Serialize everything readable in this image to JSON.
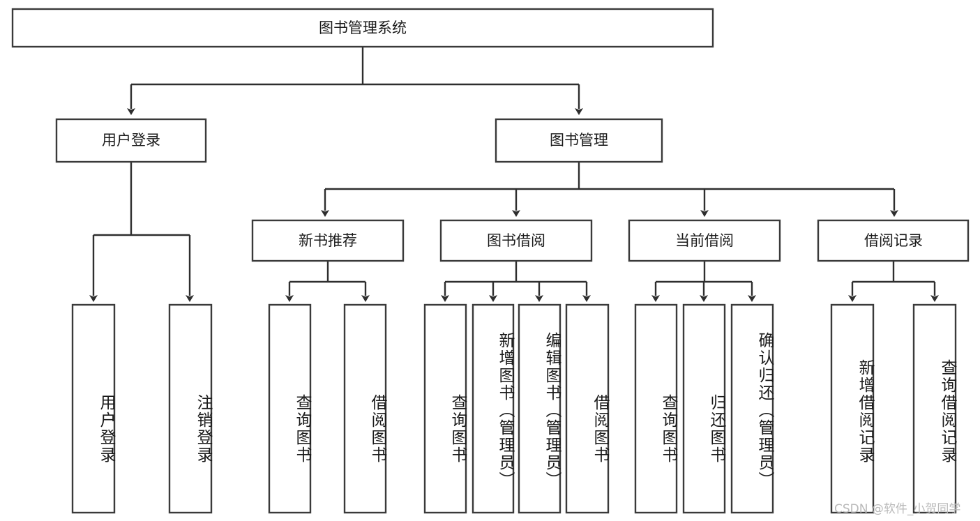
{
  "diagram": {
    "title": "图书管理系统",
    "type": "tree-hierarchy-chart",
    "root": {
      "id": "root",
      "label": "图书管理系统"
    },
    "level2": [
      {
        "id": "user-login",
        "label": "用户登录"
      },
      {
        "id": "book-management",
        "label": "图书管理"
      }
    ],
    "level3": [
      {
        "id": "new-book-recommend",
        "label": "新书推荐",
        "parent": "book-management"
      },
      {
        "id": "book-borrow",
        "label": "图书借阅",
        "parent": "book-management"
      },
      {
        "id": "current-borrow",
        "label": "当前借阅",
        "parent": "book-management"
      },
      {
        "id": "borrow-record",
        "label": "借阅记录",
        "parent": "book-management"
      }
    ],
    "leaves": [
      {
        "id": "leaf-user-login",
        "label": "用户登录",
        "parent": "user-login"
      },
      {
        "id": "leaf-logout-login",
        "label": "注销登录",
        "parent": "user-login"
      },
      {
        "id": "leaf-query-book-1",
        "label": "查询图书",
        "parent": "new-book-recommend"
      },
      {
        "id": "leaf-borrow-book-1",
        "label": "借阅图书",
        "parent": "new-book-recommend"
      },
      {
        "id": "leaf-query-book-2",
        "label": "查询图书",
        "parent": "book-borrow"
      },
      {
        "id": "leaf-add-book",
        "label": "新增图书（管理员）",
        "parent": "book-borrow"
      },
      {
        "id": "leaf-edit-book",
        "label": "编辑图书（管理员）",
        "parent": "book-borrow"
      },
      {
        "id": "leaf-borrow-book-2",
        "label": "借阅图书",
        "parent": "book-borrow"
      },
      {
        "id": "leaf-query-book-3",
        "label": "查询图书",
        "parent": "current-borrow"
      },
      {
        "id": "leaf-return-book",
        "label": "归还图书",
        "parent": "current-borrow"
      },
      {
        "id": "leaf-confirm-return",
        "label": "确认归还（管理员）",
        "parent": "current-borrow"
      },
      {
        "id": "leaf-add-record",
        "label": "新增借阅记录",
        "parent": "borrow-record"
      },
      {
        "id": "leaf-query-record",
        "label": "查询借阅记录",
        "parent": "borrow-record"
      }
    ],
    "colors": {
      "box_stroke": "#3a3a3a",
      "connector": "#2e2e2e",
      "text": "#1a1a1a",
      "background": "#ffffff",
      "watermark": "#b9b9b9"
    }
  },
  "watermark": {
    "text": "CSDN @软件_小贺同学"
  }
}
